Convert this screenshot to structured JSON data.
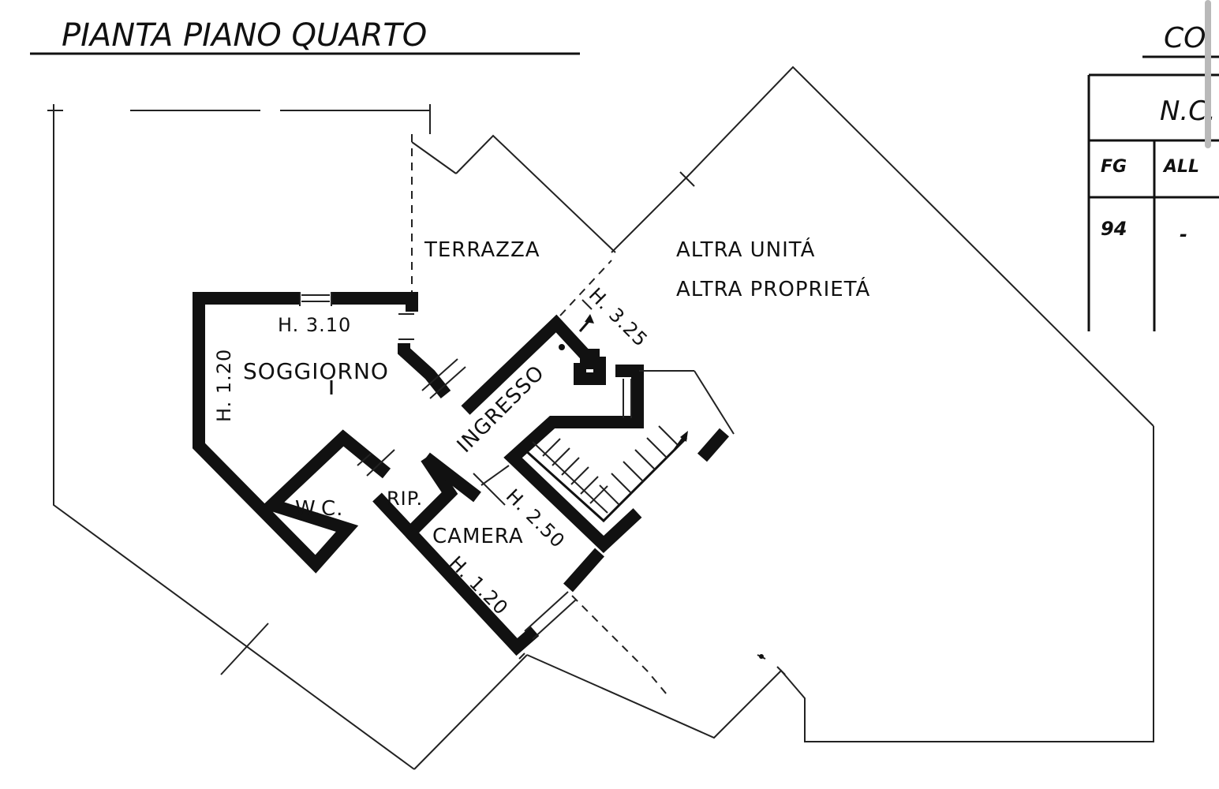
{
  "title": "PIANTA PIANO QUARTO",
  "table": {
    "header_partial": "CO",
    "registry_label": "N.C.",
    "columns": [
      "FG",
      "ALL"
    ],
    "row": [
      "94",
      "-"
    ]
  },
  "rooms": {
    "terrace": "TERRAZZA",
    "other_unit_line1": "ALTRA UNITÁ",
    "other_unit_line2": "ALTRA PROPRIETÁ",
    "living": "SOGGIORNO",
    "entrance": "INGRESSO",
    "wc": "W.C.",
    "storage": "RIP.",
    "bedroom": "CAMERA"
  },
  "heights": {
    "living_top": "H. 3.10",
    "living_side": "H. 1.20",
    "entrance": "H. 3.25",
    "bedroom_inner": "H. 2.50",
    "bedroom_side": "H. 1.20"
  }
}
